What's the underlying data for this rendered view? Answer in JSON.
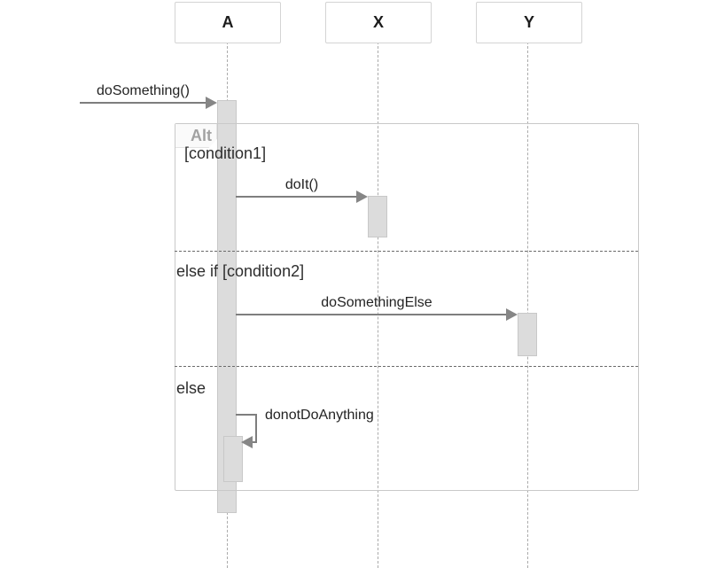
{
  "diagram": {
    "type": "uml-sequence-diagram",
    "participants": [
      {
        "name": "A"
      },
      {
        "name": "X"
      },
      {
        "name": "Y"
      }
    ],
    "messages": [
      {
        "label": "doSomething()",
        "from": "external",
        "to": "A",
        "kind": "sync"
      },
      {
        "label": "doIt()",
        "from": "A",
        "to": "X",
        "kind": "sync"
      },
      {
        "label": "doSomethingElse",
        "from": "A",
        "to": "Y",
        "kind": "sync"
      },
      {
        "label": "donotDoAnything",
        "from": "A",
        "to": "A",
        "kind": "self"
      }
    ],
    "fragment": {
      "operator": "Alt",
      "sections": [
        {
          "guard": "[condition1]"
        },
        {
          "guard": "else if [condition2]"
        },
        {
          "guard": "else"
        }
      ]
    },
    "colors": {
      "background": "#ffffff",
      "arrow_line": "#7e7e7e",
      "arrowhead": "#868686",
      "activation_fill": "#dcdcdc",
      "activation_border": "#c8c8c8",
      "fragment_border": "#c9c9c9",
      "divider": "#6b6b6b",
      "lifeline": "#ababab",
      "participant_border": "#d4d4d4",
      "text": "#2d2d2d",
      "operator_text": "#a2a2a2"
    }
  }
}
